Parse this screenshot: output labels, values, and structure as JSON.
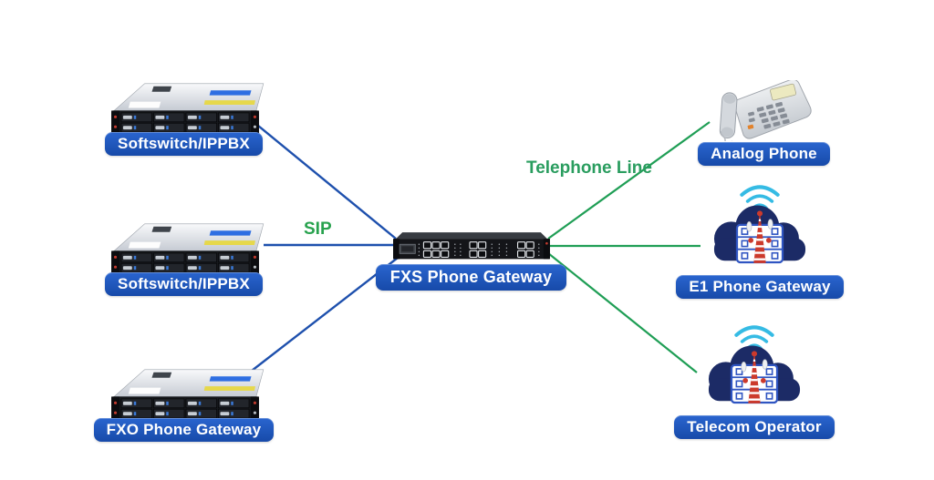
{
  "diagram": {
    "background": "#ffffff",
    "nodes": {
      "softswitch_top": {
        "label": "Softswitch/IPPBX",
        "type": "rack-server"
      },
      "softswitch_mid": {
        "label": "Softswitch/IPPBX",
        "type": "rack-server"
      },
      "fxo_gateway": {
        "label": "FXO Phone Gateway",
        "type": "rack-server"
      },
      "fxs_gateway": {
        "label": "FXS Phone Gateway",
        "type": "rack-gateway"
      },
      "analog_phone": {
        "label": "Analog Phone",
        "type": "desk-phone"
      },
      "e1_gateway": {
        "label": "E1 Phone Gateway",
        "type": "cloud-tower"
      },
      "telecom_operator": {
        "label": "Telecom Operator",
        "type": "cloud-tower"
      }
    },
    "edge_labels": {
      "sip": "SIP",
      "telephone_line": "Telephone Line"
    },
    "edges": [
      {
        "from": "softswitch_top",
        "to": "fxs_gateway",
        "protocol": "SIP",
        "color": "#1e50ad"
      },
      {
        "from": "softswitch_mid",
        "to": "fxs_gateway",
        "protocol": "SIP",
        "color": "#1e50ad"
      },
      {
        "from": "fxo_gateway",
        "to": "fxs_gateway",
        "protocol": "SIP",
        "color": "#1e50ad"
      },
      {
        "from": "fxs_gateway",
        "to": "analog_phone",
        "protocol": "Telephone Line",
        "color": "#1f9e55"
      },
      {
        "from": "fxs_gateway",
        "to": "e1_gateway",
        "protocol": "Telephone Line",
        "color": "#1f9e55"
      },
      {
        "from": "fxs_gateway",
        "to": "telecom_operator",
        "protocol": "Telephone Line",
        "color": "#1f9e55"
      }
    ],
    "colors": {
      "label_background": "#1b53b8",
      "label_text": "#ffffff",
      "sip_line": "#1e50ad",
      "telephone_line": "#1f9e55",
      "sip_text": "#28a24e",
      "telephone_text": "#2a9d5f"
    },
    "icons": {
      "rack_server": "rack-server-icon",
      "rack_gateway": "rack-gateway-icon",
      "desk_phone": "desk-phone-icon",
      "cloud_tower": "cloud-tower-icon",
      "wifi_signal": "wifi-signal-icon",
      "cell_tower": "cell-tower-icon"
    }
  }
}
